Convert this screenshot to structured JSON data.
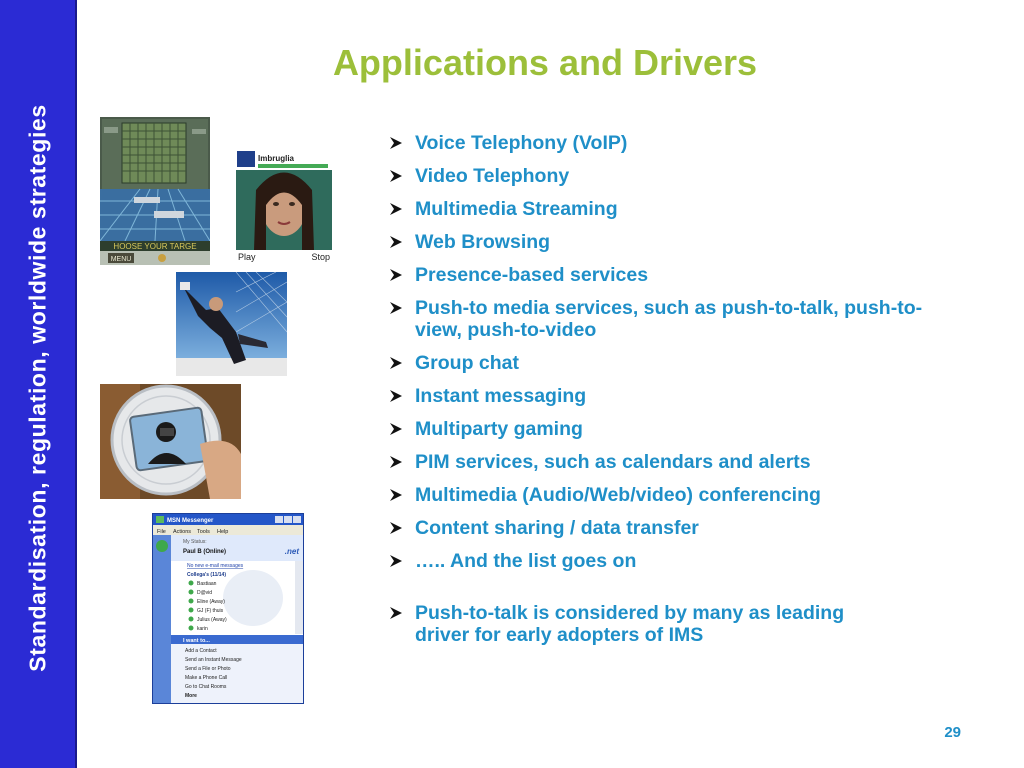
{
  "sidebar": {
    "text": "Standardisation, regulation, worldwide strategies"
  },
  "slide": {
    "title": "Applications and Drivers",
    "page_number": "29"
  },
  "bullets": [
    {
      "text": "Voice Telephony (VoIP)"
    },
    {
      "text": "Video Telephony"
    },
    {
      "text": "Multimedia Streaming"
    },
    {
      "text": "Web Browsing"
    },
    {
      "text": "Presence-based services"
    },
    {
      "text": "Push-to media services, such as push-to-talk, push-to-view, push-to-video"
    },
    {
      "text": "Group chat"
    },
    {
      "text": "Instant messaging"
    },
    {
      "text": "Multiparty gaming"
    },
    {
      "text": "PIM services, such as calendars and alerts"
    },
    {
      "text": "Multimedia (Audio/Web/video) conferencing"
    },
    {
      "text": "Content sharing / data transfer"
    },
    {
      "text": "….. And the list goes on"
    },
    {
      "text": "Push-to-talk is considered by many as leading driver for early adopters of IMS"
    }
  ],
  "video_screen": {
    "label": "Imbruglia",
    "play": "Play",
    "stop": "Stop"
  },
  "game_screen": {
    "banner": "HOOSE YOUR TARGE",
    "menu": "MENU"
  },
  "msn": {
    "window_title": "MSN Messenger",
    "menu": [
      "File",
      "Actions",
      "Tools",
      "Help"
    ],
    "status_label": "My Status:",
    "user": "Paul B (Online)",
    "net_logo": ".net",
    "email_link": "No new e-mail messages",
    "group": "Collega's (11/14)",
    "contacts": [
      "Bastiaan",
      "D@vid",
      "Eline (Away)",
      "GJ (F) thuis",
      "Julius (Away)",
      "karin"
    ],
    "i_want_to": "I want to...",
    "actions": [
      "Add a Contact",
      "Send an Instant Message",
      "Send a File or Photo",
      "Make a Phone Call",
      "Go to Chat Rooms",
      "More"
    ]
  },
  "colors": {
    "sidebar": "#2b2bd4",
    "title": "#9cbf3a",
    "text": "#1f8fc8"
  }
}
